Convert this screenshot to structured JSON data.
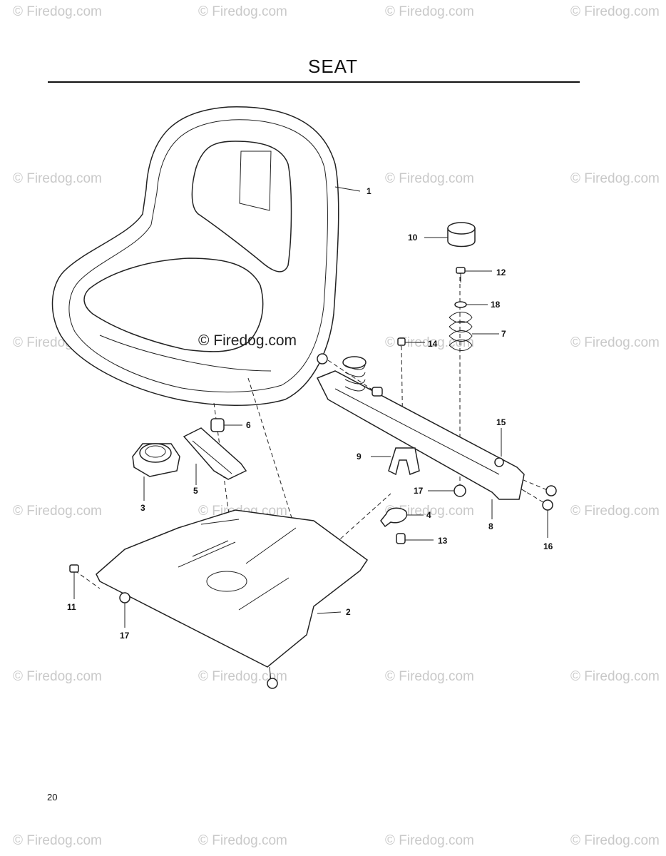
{
  "page": {
    "title": "SEAT",
    "page_number": "20",
    "watermark": "© Firedog.com",
    "center_watermark": "© Firedog.com"
  },
  "callouts": {
    "c1": "1",
    "c2": "2",
    "c3": "3",
    "c4": "4",
    "c5": "5",
    "c6": "6",
    "c7": "7",
    "c8": "8",
    "c9": "9",
    "c10": "10",
    "c11": "11",
    "c12": "12",
    "c13": "13",
    "c14": "14",
    "c15": "15",
    "c16": "16",
    "c17a": "17",
    "c17b": "17",
    "c18": "18"
  }
}
